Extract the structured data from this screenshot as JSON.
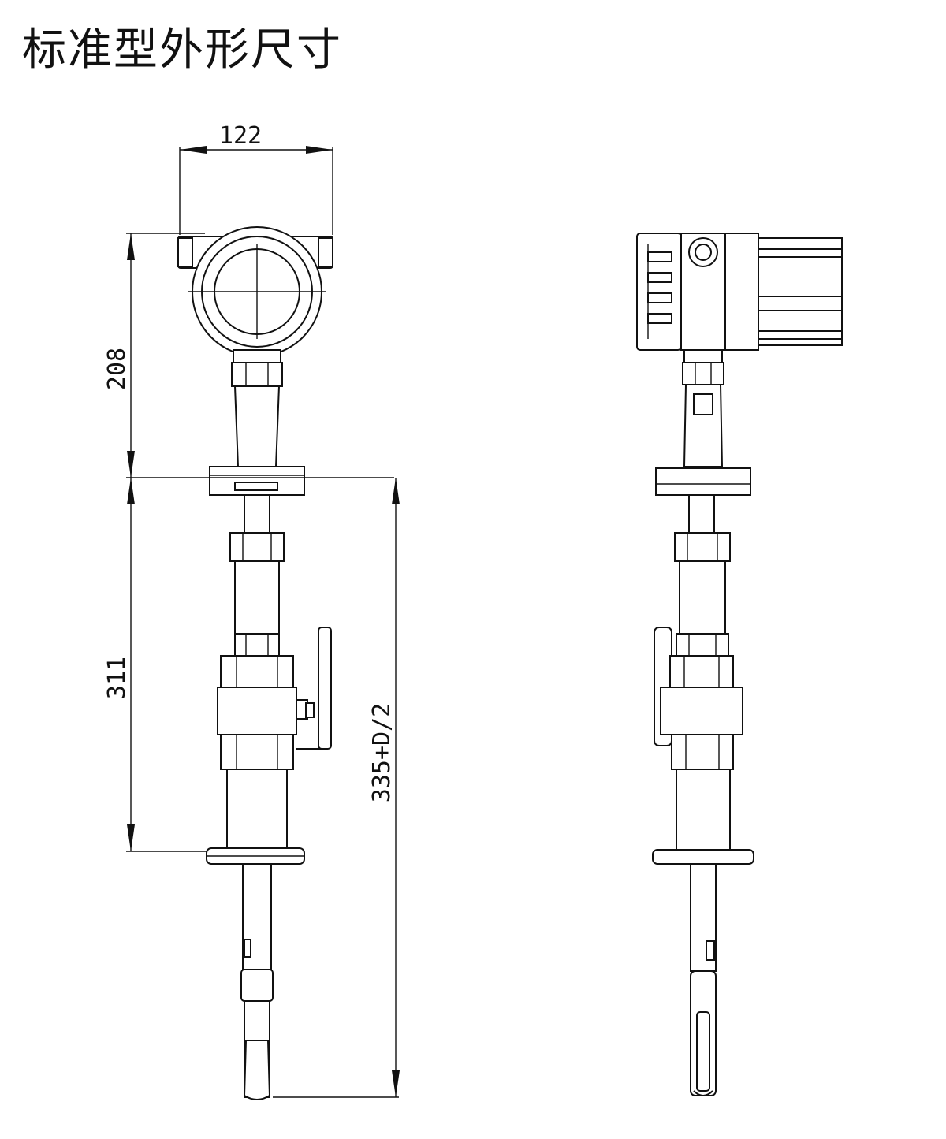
{
  "title": "标准型外形尺寸",
  "dimensions": {
    "width_top": "122",
    "height_head": "208",
    "height_body": "311",
    "total_length": "335+D/2"
  },
  "colors": {
    "line": "#111111",
    "background": "#ffffff"
  }
}
